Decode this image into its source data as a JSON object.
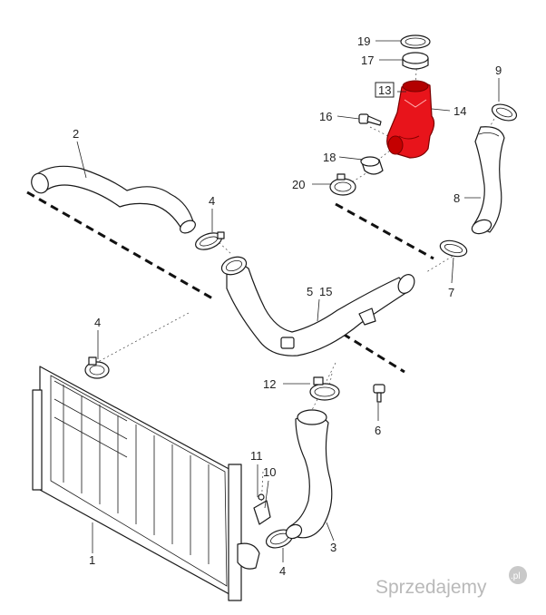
{
  "callouts": {
    "c1": "1",
    "c2": "2",
    "c3": "3",
    "c4a": "4",
    "c4b": "4",
    "c4c": "4",
    "c5": "5",
    "c15": "15",
    "c6": "6",
    "c7": "7",
    "c8": "8",
    "c9": "9",
    "c10": "10",
    "c11": "11",
    "c12": "12",
    "c13": "13",
    "c14": "14",
    "c16": "16",
    "c17": "17",
    "c18": "18",
    "c19": "19",
    "c20": "20"
  },
  "highlight_color": "#e8141b",
  "watermark": {
    "brand": "Sprzedajemy",
    "tld": ".pl"
  }
}
